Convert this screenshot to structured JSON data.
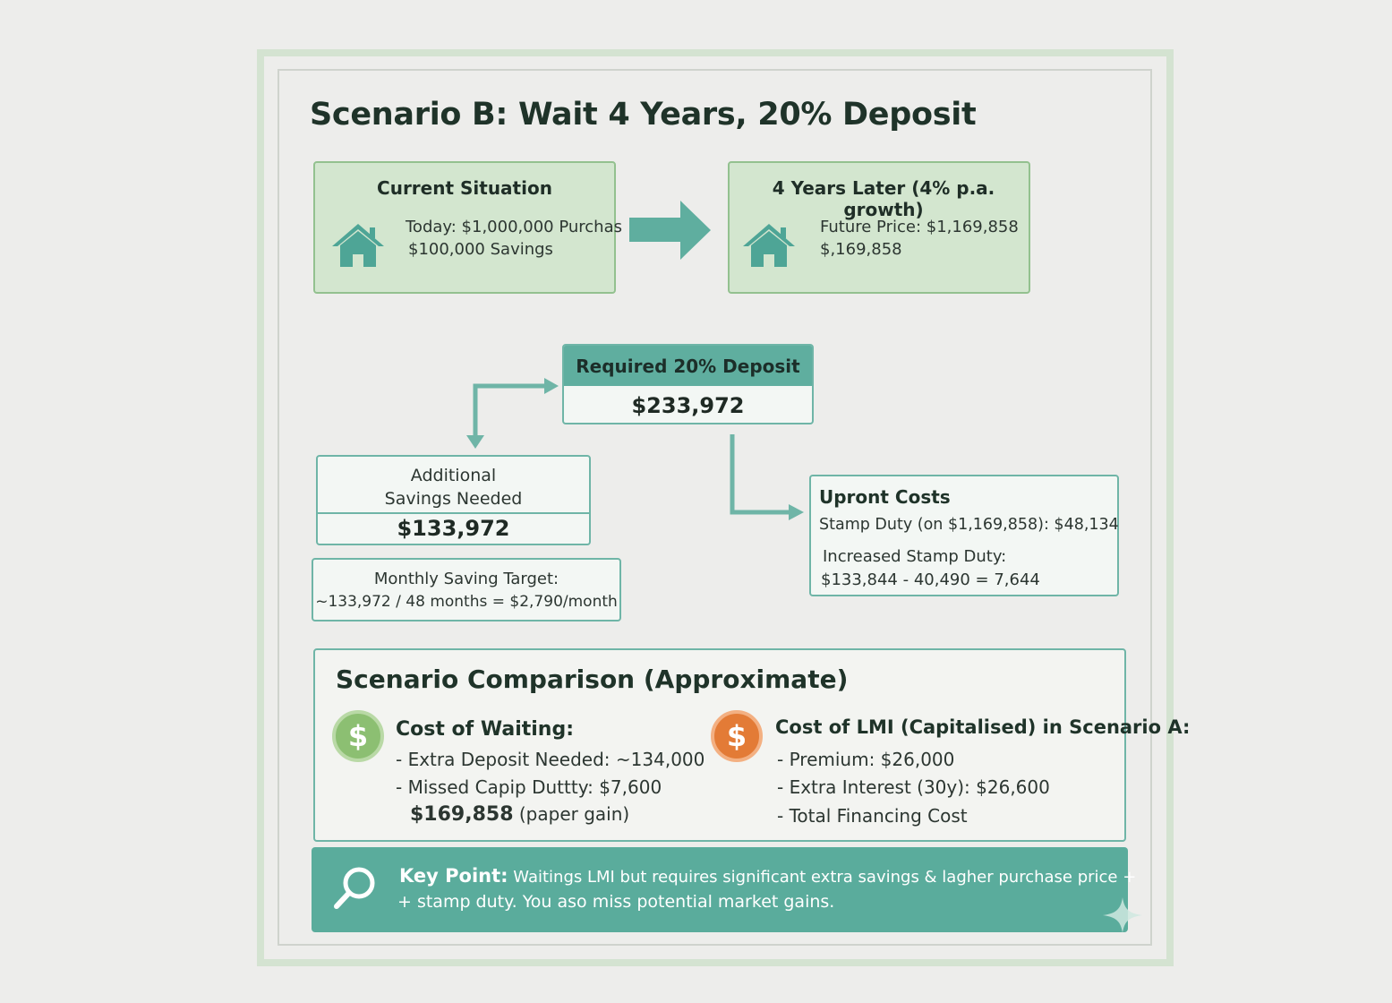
{
  "title": "Scenario B: Wait 4 Years, 20% Deposit",
  "current": {
    "heading": "Current Situation",
    "line1": "Today: $1,000,000 Purchas",
    "line2": "$100,000 Savings",
    "icon": "house-icon"
  },
  "later": {
    "heading": "4 Years Later (4% p.a. growth)",
    "line1": "Future Price: $1,169,858",
    "line2": "$,169,858",
    "icon": "house-icon"
  },
  "deposit": {
    "heading": "Required 20% Deposit",
    "value": "$233,972"
  },
  "savings": {
    "label1": "Additional",
    "label2": "Savings Needed",
    "value": "$133,972"
  },
  "monthly": {
    "line1": "Monthly Saving Target:",
    "line2": "~133,972 / 48 months = $2,790/month"
  },
  "upfront": {
    "heading": "Upront Costs",
    "line1": "Stamp Duty (on $1,169,858): $48,134",
    "line2": "Increased Stamp Duty:",
    "line3": "$133,844 - 40,490 =  7,644"
  },
  "comparison": {
    "heading": "Scenario Comparison (Approximate)",
    "waiting": {
      "heading": "Cost of Waiting:",
      "line1": "- Extra Deposit Needed: ~134,000",
      "line2": "- Missed Capip Duttty: $7,600",
      "line3_value": "$169,858",
      "line3_suffix": "(paper gain)"
    },
    "lmi": {
      "heading": "Cost of LMI (Capitalised) in Scenario A:",
      "line1": "- Premium: $26,000",
      "line2": "- Extra Interest (30y): $26,600",
      "line3": "- Total Financing Cost"
    }
  },
  "keypoint": {
    "label": "Key Point:",
    "line1": "Waitings LMI but requires significant extra savings & lagher purchase price +",
    "line2": "+ stamp duty. You aso miss potential market gains."
  },
  "colors": {
    "teal": "#5fae9f",
    "green_card": "#d3e6cf",
    "coin_green": "#8cbf72",
    "coin_orange": "#e37b36"
  }
}
